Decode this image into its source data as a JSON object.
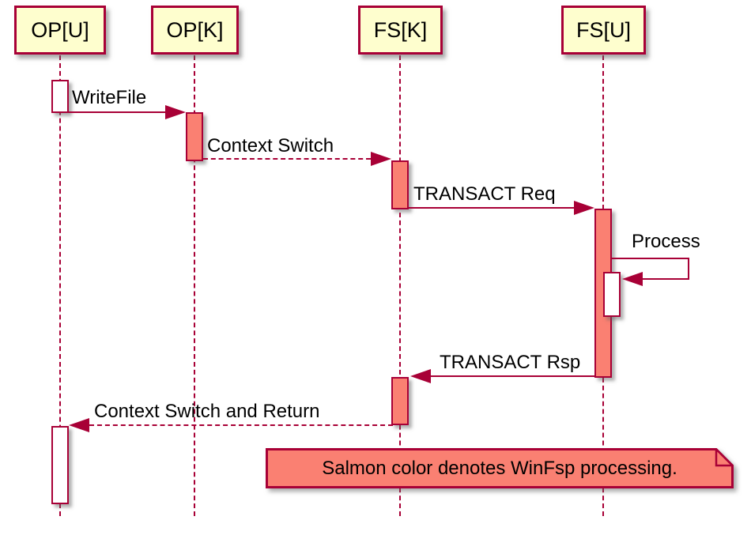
{
  "diagram": {
    "type": "sequence-diagram",
    "participants": [
      {
        "name": "OP[U]"
      },
      {
        "name": "OP[K]"
      },
      {
        "name": "FS[K]"
      },
      {
        "name": "FS[U]"
      }
    ],
    "messages": [
      {
        "label": "WriteFile",
        "from": "OP[U]",
        "to": "OP[K]",
        "line": "solid"
      },
      {
        "label": "Context Switch",
        "from": "OP[K]",
        "to": "FS[K]",
        "line": "dashed"
      },
      {
        "label": "TRANSACT Req",
        "from": "FS[K]",
        "to": "FS[U]",
        "line": "solid"
      },
      {
        "label": "Process",
        "from": "FS[U]",
        "to": "FS[U]",
        "line": "solid-self"
      },
      {
        "label": "TRANSACT Rsp",
        "from": "FS[U]",
        "to": "FS[K]",
        "line": "solid"
      },
      {
        "label": "Context Switch and Return",
        "from": "FS[K]",
        "to": "OP[U]",
        "line": "dashed"
      }
    ],
    "note": {
      "text": "Salmon color denotes WinFsp processing."
    },
    "colors": {
      "participant_fill": "#FEFECE",
      "line_and_border": "#A80036",
      "salmon": "#FA8072",
      "activation_plain": "#FFFFFF",
      "text": "#000000",
      "background": "#FFFFFF"
    }
  }
}
